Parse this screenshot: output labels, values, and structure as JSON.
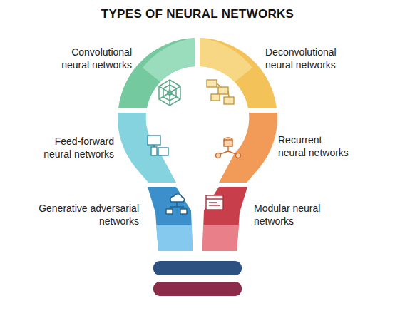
{
  "diagram": {
    "title": "TYPES OF NEURAL NETWORKS",
    "labels": [
      "Convolutional neural networks",
      "Deconvolutional neural networks",
      "Feed-forward neural networks",
      "Recurrent neural networks",
      "Generative adversarial networks",
      "Modular neural networks"
    ]
  }
}
